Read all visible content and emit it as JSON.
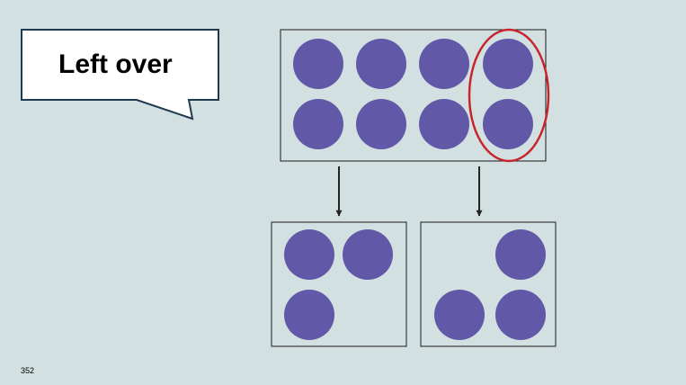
{
  "callout": {
    "text": "Left over"
  },
  "diagram": {
    "dot_color": "#6159a8",
    "box_stroke_color": "#1a1a1a",
    "highlight_color": "#c8242b",
    "arrow_color": "#222222",
    "callout_border_color": "#1e3a4f",
    "source_group": {
      "dot_count": 8,
      "highlighted_left_over": 2
    },
    "result_groups": [
      {
        "dot_count": 3
      },
      {
        "dot_count": 3
      }
    ]
  },
  "footer": {
    "slide_number": "352"
  }
}
